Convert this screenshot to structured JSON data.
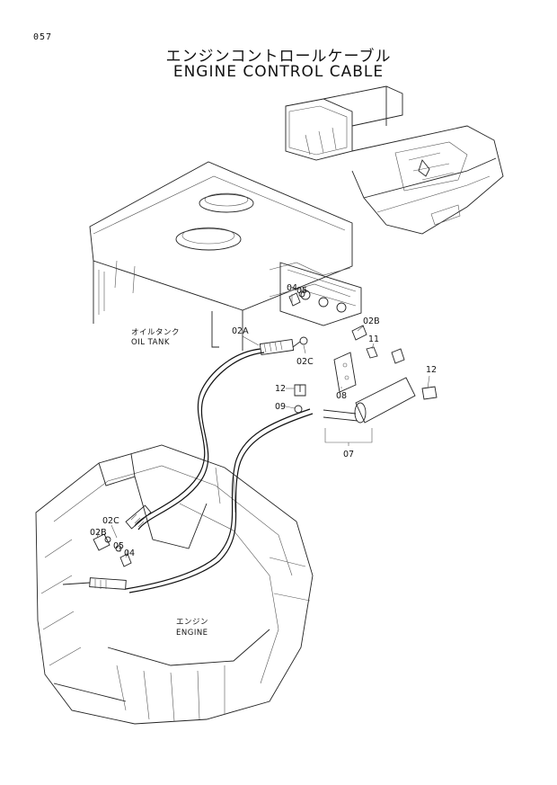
{
  "page_number": "057",
  "title_jp": "エンジンコントロールケーブル",
  "title_en": "ENGINE CONTROL CABLE",
  "areas": {
    "oil_tank_jp": "オイルタンク",
    "oil_tank_en": "OIL TANK",
    "engine_jp": "エンジン",
    "engine_en": "ENGINE"
  },
  "part_labels": {
    "p02a": "02A",
    "p04_top": "04",
    "p05_top": "05",
    "p02b_top": "02B",
    "p11": "11",
    "p02c_top": "02C",
    "p12_right": "12",
    "p12_left": "12",
    "p08": "08",
    "p09": "09",
    "p07": "07",
    "p02c_bottom": "02C",
    "p02b_bottom": "02B",
    "p05_bottom": "05",
    "p04_bottom": "04"
  }
}
